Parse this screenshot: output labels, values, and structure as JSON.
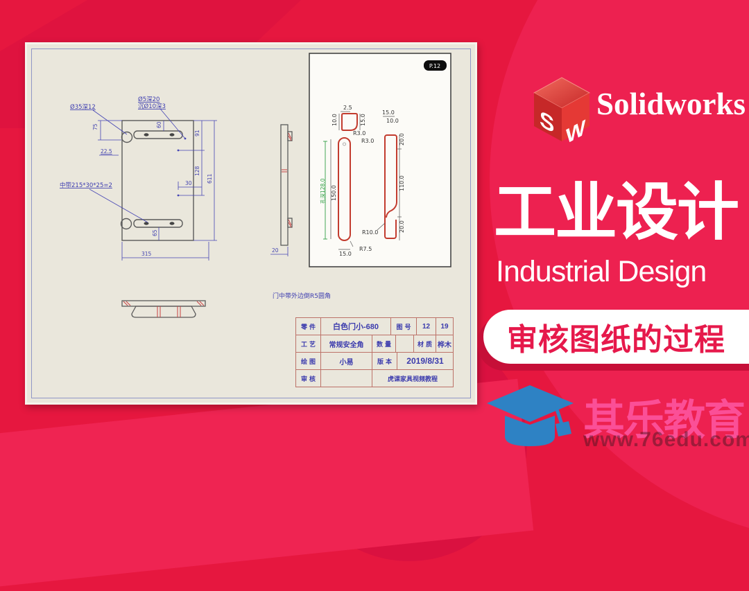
{
  "colors": {
    "background": "#E6173F",
    "accent_red": "#E6194B",
    "panel_beige": "#EAE7DC",
    "pink": "#FB4F97",
    "cap_blue": "#2E82C4"
  },
  "branding": {
    "cube_s": "S",
    "cube_w": "W",
    "logo_text": "Solidworks",
    "title_cn": "工业设计",
    "title_en": "Industrial Design",
    "pill": "审核图纸的过程",
    "wm_name": "其乐教育",
    "wm_url": "www.76edu.com"
  },
  "drawing": {
    "badge": "P.12",
    "note": "门中带外边倒R5圆角",
    "labels": {
      "hole_left": "Ø35深12",
      "hole_right1": "Ø5深20",
      "hole_right2": "沉Ø10深3",
      "band": "中带215*30*25=2"
    },
    "dims": {
      "d75": "75",
      "d22_5": "22.5",
      "d60": "60",
      "d91": "91",
      "d128": "128",
      "d30": "30",
      "d611": "611",
      "d65": "65",
      "d315": "315",
      "d20": "20",
      "d2_5": "2.5",
      "d10_tl": "10.0",
      "d15_tr": "15.0",
      "r3_a": "R3.0",
      "r3_b": "R3.0",
      "d15_top": "15.0",
      "d10_top": "10.0",
      "d20_top": "20.0",
      "d110": "110.0",
      "d20_bot": "20.0",
      "r10": "R10.0",
      "d150": "150.0",
      "green": "孔深128.0",
      "d15_bot": "15.0",
      "r7_5": "R7.5"
    },
    "titleblock": {
      "part_label": "零件",
      "part_value": "白色门小-680",
      "figno_label": "图号",
      "figno_a": "12",
      "figno_b": "19",
      "craft_label": "工艺",
      "craft_value": "常规安全角",
      "qty_label": "数量",
      "mat_label": "材质",
      "mat_value": "桦木",
      "draft_label": "绘图",
      "draft_value": "小易",
      "ver_label": "版本",
      "ver_value": "2019/8/31",
      "audit_label": "审核",
      "tutorial": "虎课家具视频教程"
    }
  }
}
